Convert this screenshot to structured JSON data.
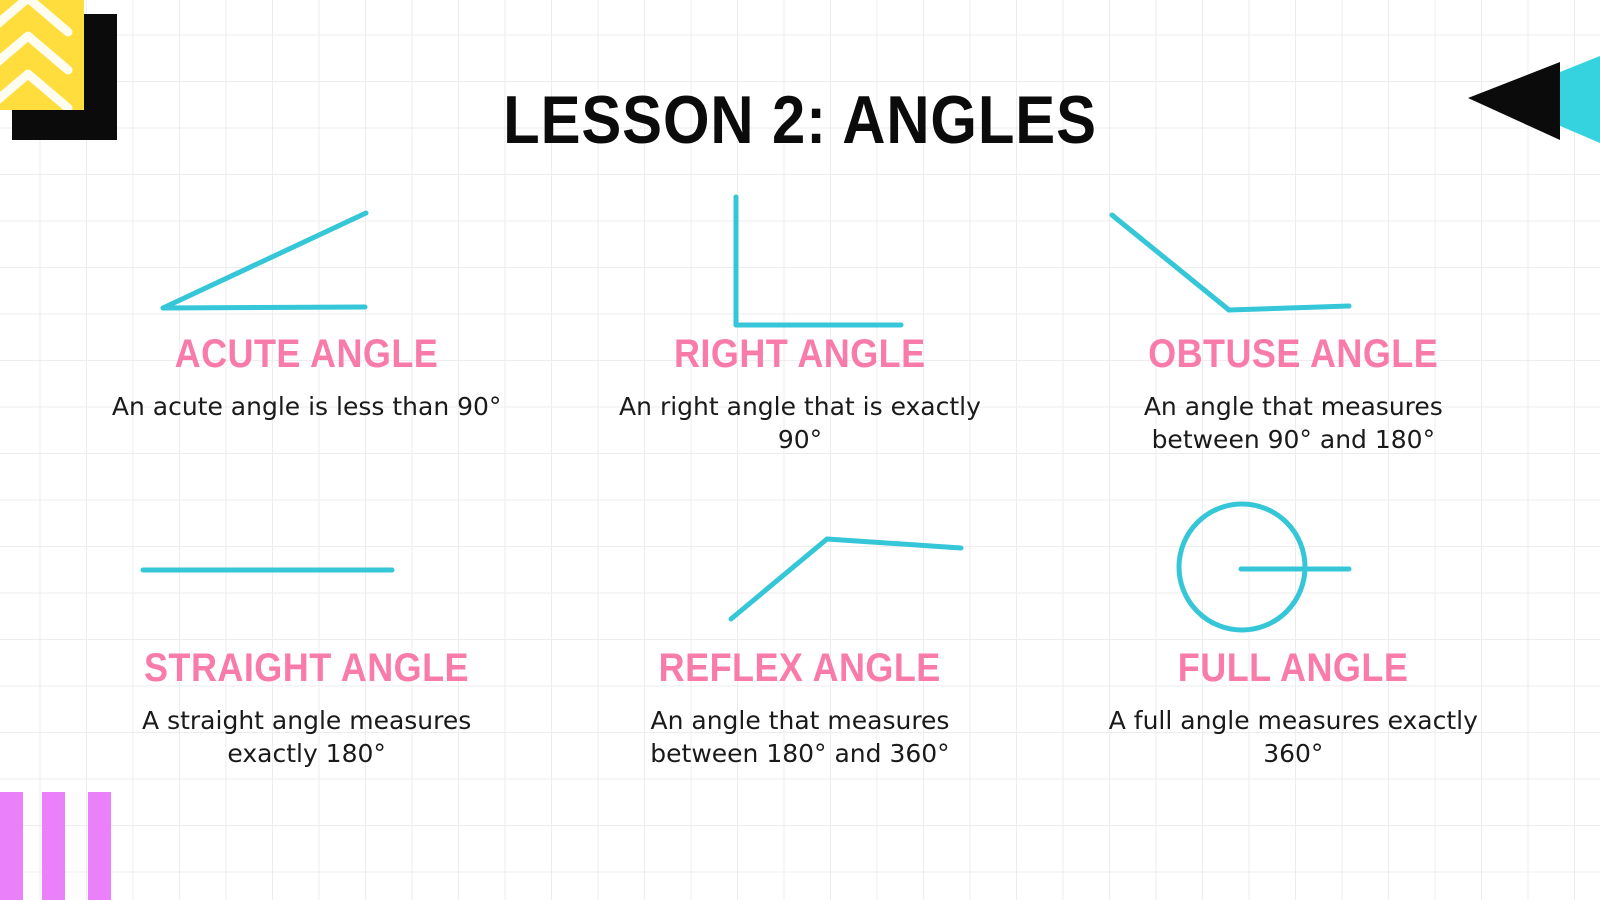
{
  "slide": {
    "title": "LESSON 2: ANGLES",
    "background_color": "#ffffff",
    "grid_line_color": "#ededed"
  },
  "theme": {
    "accent_cyan": "#35c6d8",
    "heading_pink": "#f87ba9",
    "title_black": "#0b0b0b",
    "deco_yellow": "#ffdd3c",
    "deco_purple": "#ea81fb"
  },
  "decorations": {
    "top_left": {
      "name": "chevron-badge",
      "yellow_square_color": "#ffdd3c",
      "black_square_color": "#0b0b0b",
      "chevron_count": 3,
      "chevron_color": "#ffffff",
      "chevron_direction": "up"
    },
    "top_right": {
      "name": "triangle-badge",
      "black_triangle_color": "#0b0b0b",
      "cyan_triangle_color": "#35d2e0",
      "direction": "left"
    },
    "bottom_left": {
      "name": "bar-badge",
      "bar_color": "#ea81fb",
      "bar_count": 3
    }
  },
  "cards": [
    {
      "id": "acute",
      "heading": "ACUTE ANGLE",
      "body": "An acute angle is less than 90°",
      "figure": "acute-angle-diagram"
    },
    {
      "id": "right",
      "heading": "RIGHT ANGLE",
      "body": "An right angle that is exactly 90°",
      "figure": "right-angle-diagram"
    },
    {
      "id": "obtuse",
      "heading": "OBTUSE ANGLE",
      "body": "An angle that measures between 90° and 180°",
      "figure": "obtuse-angle-diagram"
    },
    {
      "id": "straight",
      "heading": "STRAIGHT ANGLE",
      "body": "A straight angle measures exactly 180°",
      "figure": "straight-angle-diagram"
    },
    {
      "id": "reflex",
      "heading": "REFLEX ANGLE",
      "body": "An angle that measures between 180° and 360°",
      "figure": "reflex-angle-diagram"
    },
    {
      "id": "full",
      "heading": "FULL ANGLE",
      "body": "A full angle measures exactly 360°",
      "figure": "full-angle-diagram"
    }
  ]
}
